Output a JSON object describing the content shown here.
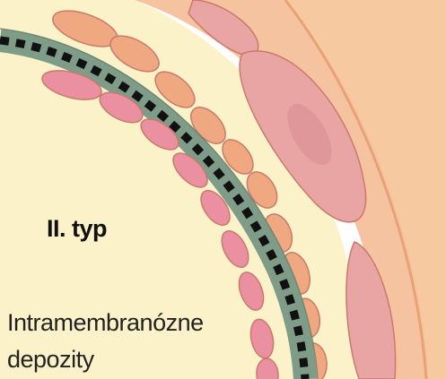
{
  "labels": {
    "type": "II. typ",
    "deposits_line1": "Intramembranózne",
    "deposits_line2": "depozity"
  },
  "colors": {
    "background": "#ffffff",
    "outer_tissue": "#f7c9a1",
    "inner_zone": "#fbf2c9",
    "outer_edge": "#e8a273",
    "elongated_cell": "#e8a5a3",
    "membrane": "#7f9c88",
    "deposit": "#111111",
    "cell_orange": "#f0a880",
    "cell_pink": "#ea90a0",
    "cell_outline": "#c97a6a"
  }
}
